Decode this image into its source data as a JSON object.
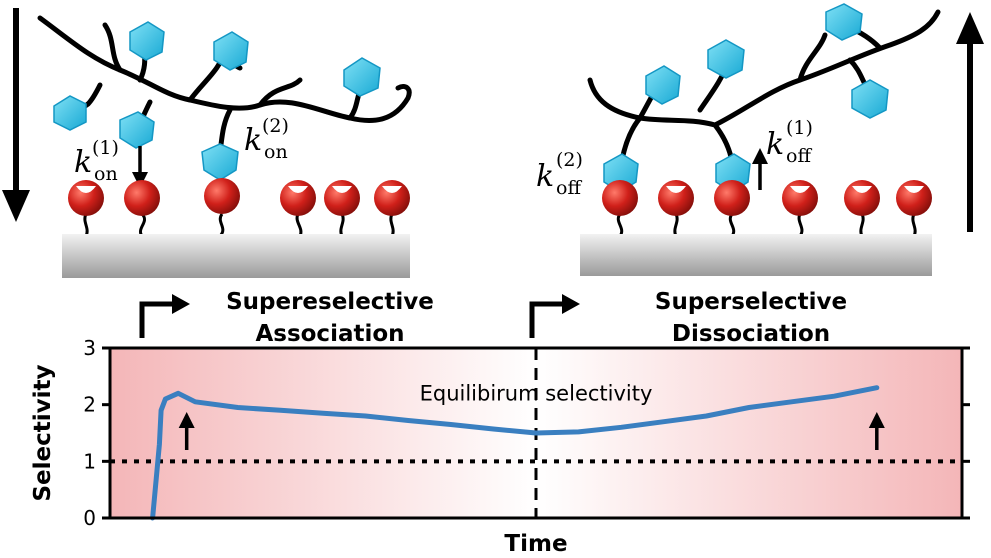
{
  "panels": {
    "left": {
      "k1": {
        "symbol": "k",
        "subscript": "on",
        "superscript": "(1)"
      },
      "k2": {
        "symbol": "k",
        "subscript": "on",
        "superscript": "(2)"
      }
    },
    "right": {
      "k1": {
        "symbol": "k",
        "subscript": "off",
        "superscript": "(1)"
      },
      "k2": {
        "symbol": "k",
        "subscript": "off",
        "superscript": "(2)"
      }
    }
  },
  "headings": {
    "association_line1": "Supereselective",
    "association_line2": "Association",
    "dissociation_line1": "Superselective",
    "dissociation_line2": "Dissociation"
  },
  "chart_data": {
    "type": "line",
    "xlabel": "Time",
    "ylabel": "Selectivity",
    "ylim": [
      0,
      3
    ],
    "yticks": [
      "0",
      "1",
      "2",
      "3"
    ],
    "annotation": "Equilibirum selectivity",
    "reference_line": {
      "y": 1,
      "style": "dotted"
    },
    "phase_divider": {
      "x": 0.5,
      "style": "dashed"
    },
    "xlim": [
      0,
      1
    ],
    "series": [
      {
        "color": "#3a7fc0",
        "x": [
          0.05,
          0.058,
          0.06,
          0.065,
          0.08,
          0.1,
          0.15,
          0.2,
          0.25,
          0.3,
          0.35,
          0.4,
          0.45,
          0.5,
          0.55,
          0.6,
          0.65,
          0.7,
          0.75,
          0.8,
          0.85,
          0.9
        ],
        "y": [
          0.0,
          1.3,
          1.9,
          2.1,
          2.2,
          2.05,
          1.95,
          1.9,
          1.85,
          1.8,
          1.72,
          1.65,
          1.57,
          1.5,
          1.52,
          1.6,
          1.7,
          1.8,
          1.95,
          2.05,
          2.15,
          2.3
        ]
      }
    ],
    "arrows": [
      {
        "x": 0.09,
        "y": 1.2
      },
      {
        "x": 0.9,
        "y": 1.2
      }
    ]
  }
}
